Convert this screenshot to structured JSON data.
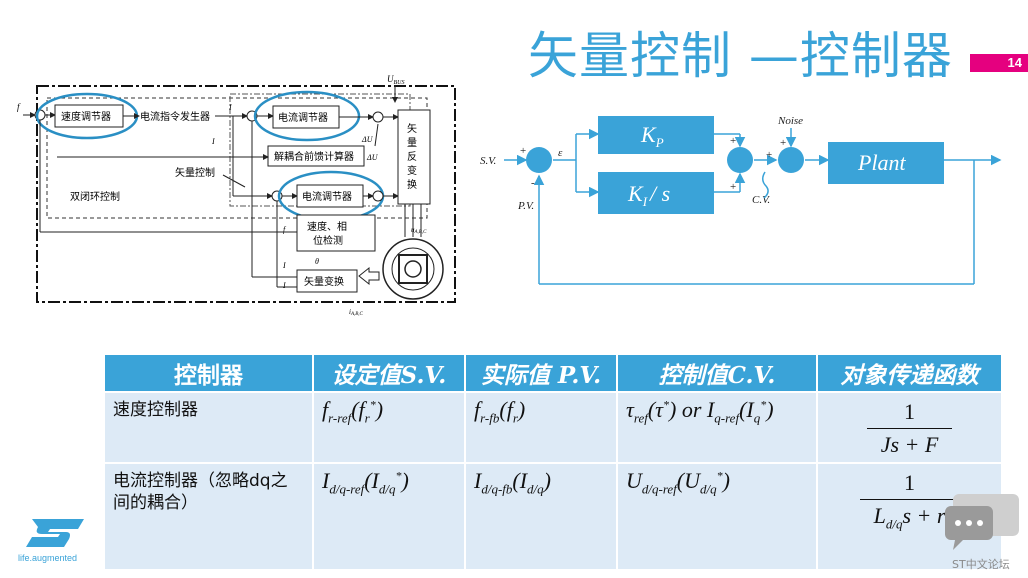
{
  "title": "矢量控制 —控制器",
  "page_number": "14",
  "colors": {
    "accent": "#3aa3d8",
    "page_badge": "#e5007f",
    "row_bg": "#ddeaf6"
  },
  "left_diagram": {
    "ubus": "U",
    "ubus_sub": "BUS",
    "speed_regulator": "速度调节器",
    "current_cmd_gen": "电流指令发生器",
    "current_regulator_top": "电流调节器",
    "decoupling": "解耦合前馈计算器",
    "current_regulator_bottom": "电流调节器",
    "vector_control_label": "矢量控制",
    "dual_loop_label": "双闭环控制",
    "inverse_transform": [
      "矢",
      "量",
      "反",
      "变",
      "换"
    ],
    "speed_phase_detect_1": "速度、相",
    "speed_phase_detect_2": "位检测",
    "vector_transform": "矢量变换",
    "fr_star": "f",
    "fr": "f",
    "theta": "θ",
    "iq": "I",
    "id": "I",
    "uabc": "u",
    "uabc_sub": "A,B,C",
    "iabc": "i",
    "iabc_sub": "A,B,C",
    "delta_uq": "ΔU",
    "delta_ud": "ΔU"
  },
  "right_diagram": {
    "kp": "K",
    "kp_sub": "P",
    "ki_main": "K",
    "ki_sub": "I",
    "ki_tail": "/ s",
    "plant": "Plant",
    "noise": "Noise",
    "sv": "S.V.",
    "pv": "P.V.",
    "cv": "C.V.",
    "epsilon": "ε",
    "plus": "+",
    "minus": "-"
  },
  "table": {
    "headers": [
      "控制器",
      "设定值S.V.",
      "实际值 P.V.",
      "控制值C.V.",
      "对象传递函数"
    ],
    "rows": [
      {
        "name": "速度控制器",
        "sv_main": "f",
        "sv_sub": "r-ref",
        "sv_paren": "(f",
        "sv_paren_sub": "r",
        "sv_star": "*",
        "pv_main": "f",
        "pv_sub": "r-fb",
        "pv_paren": "(f",
        "pv_paren_sub": "r",
        "cv_main": "τ",
        "cv_sub": "ref",
        "cv_mid": "(τ",
        "cv_star": "*",
        "cv_or": ") or I",
        "cv_sub2": "q-ref",
        "cv_paren2": "(I",
        "cv_paren2_sub": "q",
        "cv_star2": "*",
        "tf_num": "1",
        "tf_den": "Js + F"
      },
      {
        "name": "电流控制器（忽略dq之间的耦合）",
        "sv_main": "I",
        "sv_sub": "d/q-ref",
        "sv_paren": "(I",
        "sv_paren_sub": "d/q",
        "sv_star": "*",
        "pv_main": "I",
        "pv_sub": "d/q-fb",
        "pv_paren": "(I",
        "pv_paren_sub": "d/q",
        "cv_main": "U",
        "cv_sub": "d/q-ref",
        "cv_paren": "(U",
        "cv_paren_sub": "d/q",
        "cv_star": "*",
        "tf_num": "1",
        "tf_den_main": "L",
        "tf_den_sub": "d/q",
        "tf_den_tail": "s + r"
      }
    ]
  },
  "logo": {
    "tagline": "life.augmented"
  },
  "forum": {
    "label": "ST中文论坛"
  }
}
